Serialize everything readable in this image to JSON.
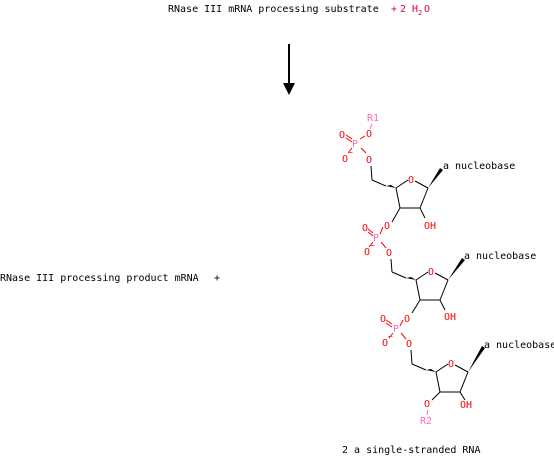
{
  "reaction": {
    "substrate_label": "RNase III mRNA processing substrate",
    "plus_1": "+",
    "water_coefficient": "2",
    "water_h": "H",
    "water_sub": "2",
    "water_o": "O",
    "product_1_label": "RNase III processing product mRNA",
    "plus_2": "+",
    "product_2_label": "2 a single-stranded RNA"
  },
  "structure": {
    "r1": "R1",
    "r2": "R2",
    "atom_o": "O",
    "atom_p": "P",
    "charge_minus": "−",
    "oh": "OH",
    "nucleobase": "a nucleobase"
  },
  "colors": {
    "black": "#000000",
    "oxygen": "#ff0000",
    "phosphorus": "#ff69b4",
    "water": "#e0004d"
  }
}
